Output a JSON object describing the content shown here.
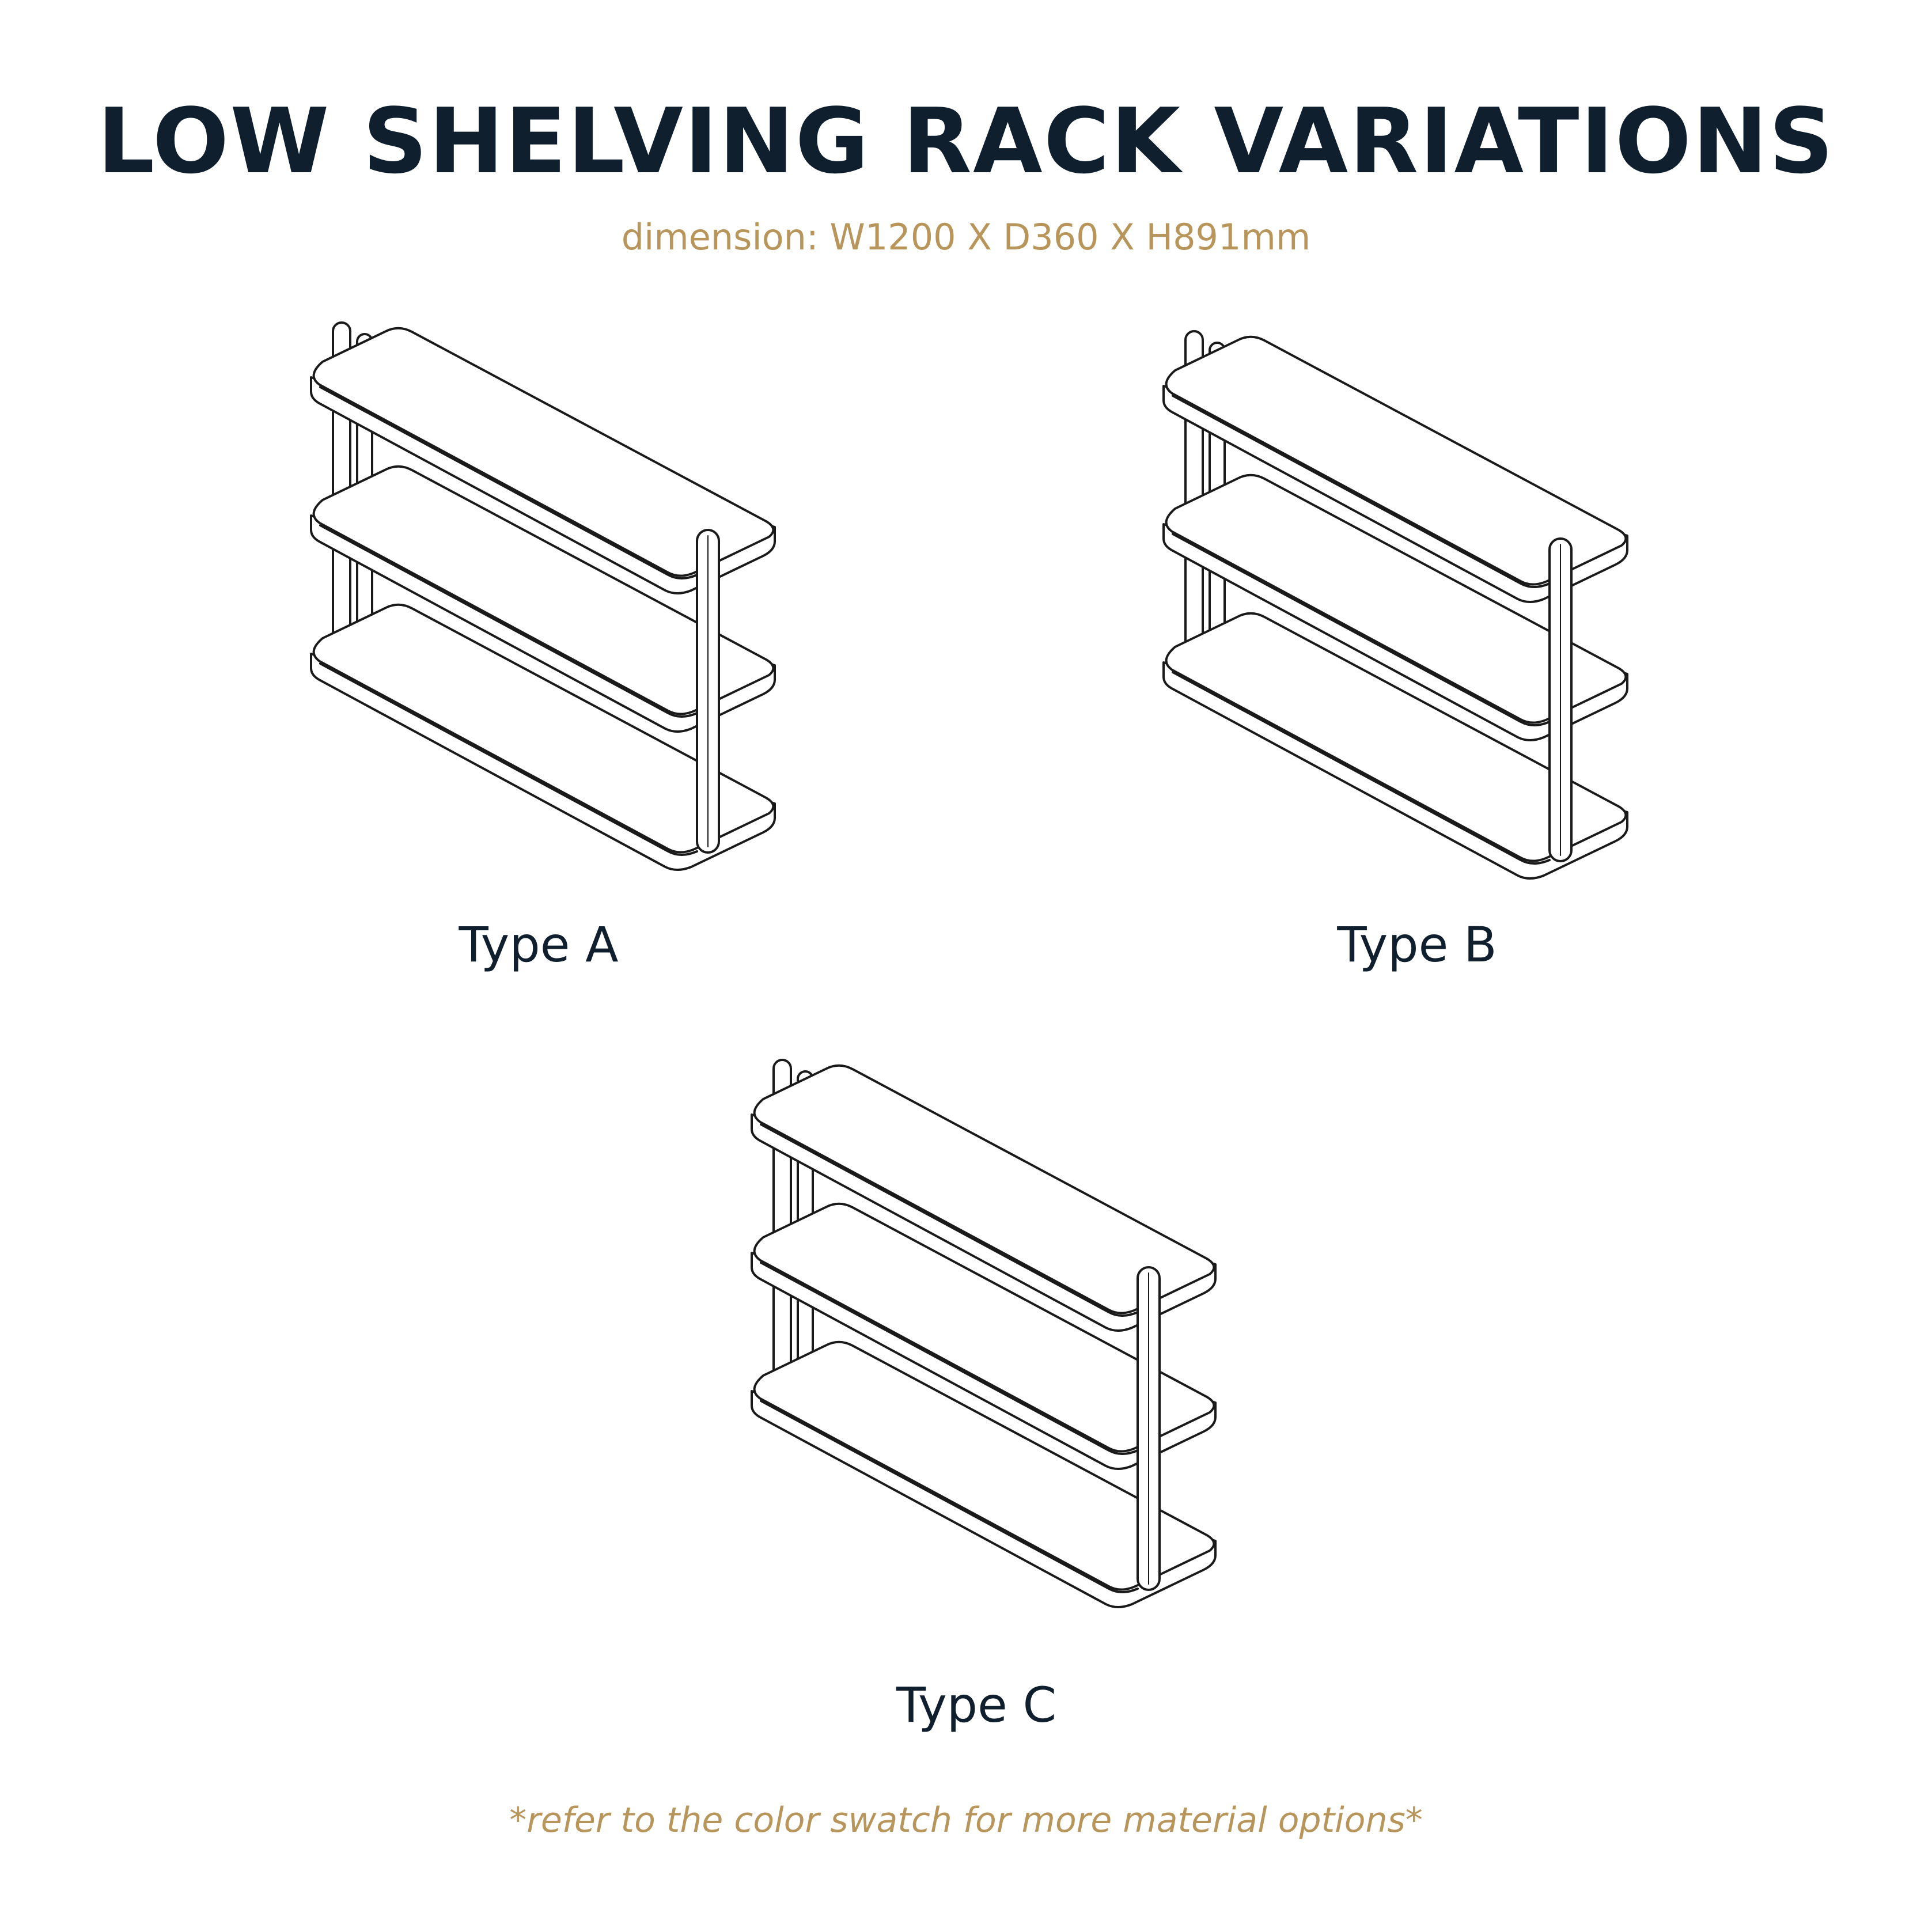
{
  "header": {
    "title": "LOW SHELVING RACK VARIATIONS",
    "subtitle": "dimension: W1200 X D360 X H891mm"
  },
  "racks": [
    {
      "id": "a",
      "label": "Type A"
    },
    {
      "id": "b",
      "label": "Type B"
    },
    {
      "id": "c",
      "label": "Type C"
    }
  ],
  "footer": {
    "note": "*refer to the color swatch for more material options*"
  },
  "colors": {
    "title": "#0f1f2e",
    "accent": "#b8955a",
    "label": "#0f1f2e",
    "line": "#1a1a1a"
  }
}
